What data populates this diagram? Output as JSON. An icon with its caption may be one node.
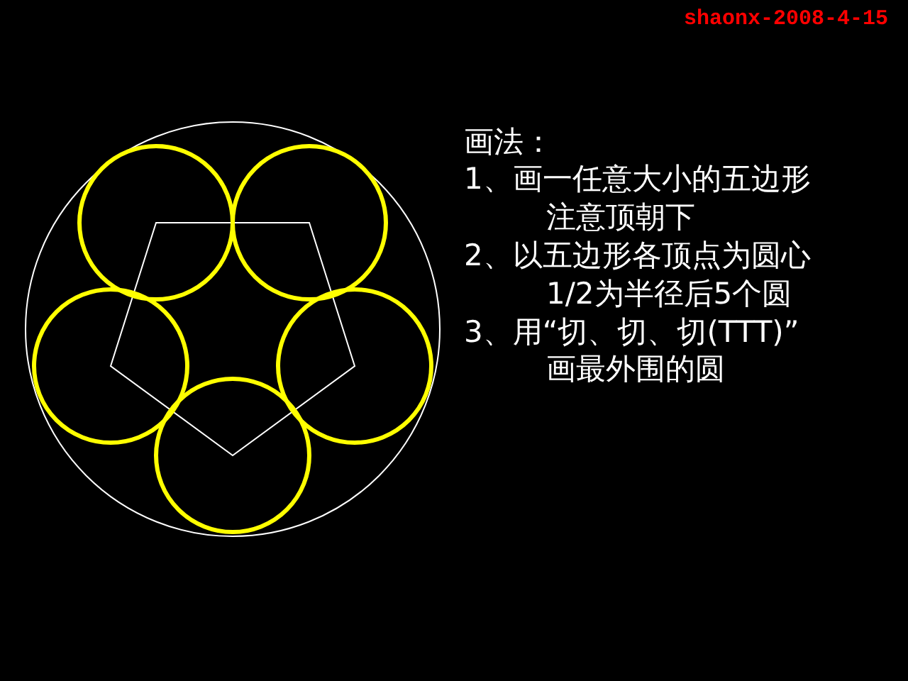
{
  "diagram": {
    "labels": [
      "shaonx-2008-4-15",
      "画法：",
      "1、画一任意大小的五边形",
      "注意顶朝下",
      "2、以五边形各顶点为圆心",
      "1/2为半径后5个圆",
      "3、用“切、切、切(TTT)”",
      "画最外围的圆"
    ]
  }
}
